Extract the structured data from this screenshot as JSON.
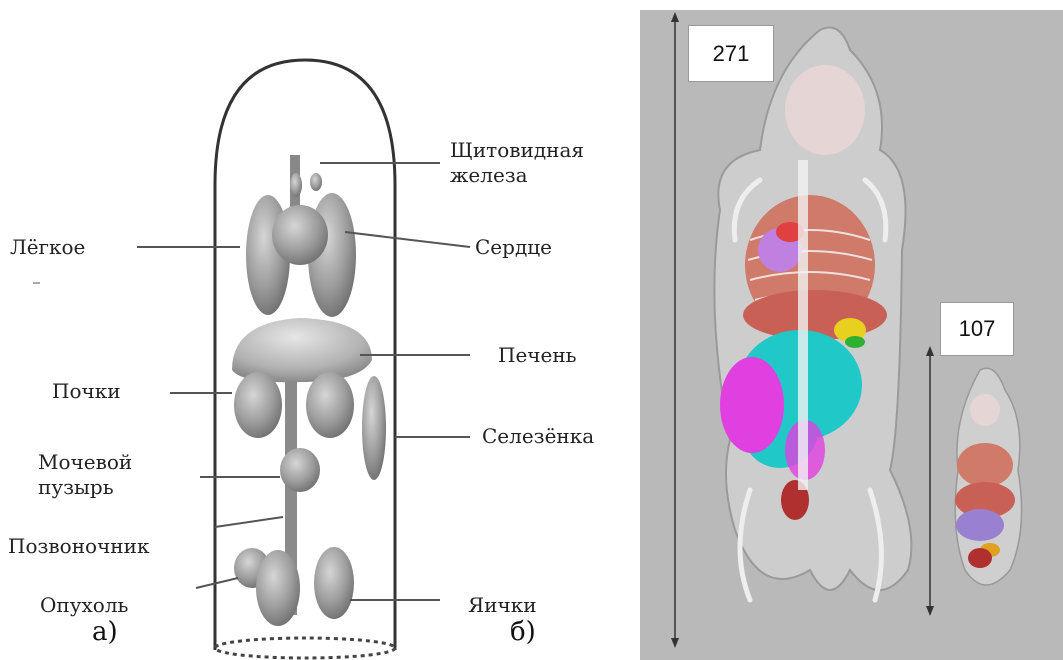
{
  "panel_a": {
    "labels": {
      "thyroid": "Щитовидная железа",
      "lung": "Лёгкое",
      "heart": "Сердце",
      "liver": "Печень",
      "kidneys": "Почки",
      "spleen": "Селезёнка",
      "bladder": "Мочевой пузырь",
      "spine": "Позвоночник",
      "tumor": "Опухоль",
      "testes": "Яички"
    },
    "sub_label": "а)"
  },
  "panel_b": {
    "sub_label": "б)",
    "big_mouse_length": "271",
    "small_mouse_length": "107"
  },
  "colors": {
    "panel_bg": "#b9b9b9",
    "organ_gray": "#9a9a9a"
  }
}
